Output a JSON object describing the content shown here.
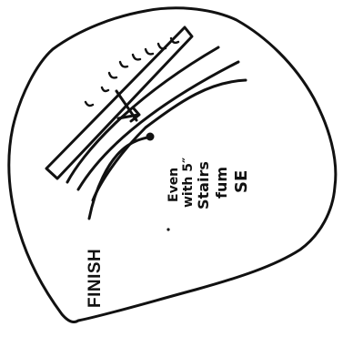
{
  "finish_label": "FINISH",
  "note": {
    "line1": "Even",
    "line2": "with 5″",
    "line3": "Stairs",
    "line4": "fum",
    "line5": "SE"
  }
}
